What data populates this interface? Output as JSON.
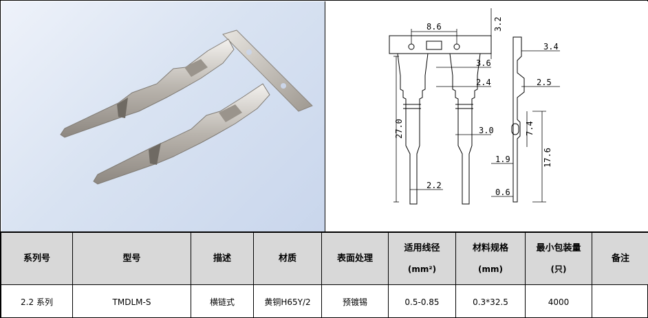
{
  "drawing": {
    "dimensions": [
      "8.6",
      "3.2",
      "3.6",
      "2.4",
      "3.0",
      "27.0",
      "2.2",
      "3.4",
      "2.5",
      "7.4",
      "17.6",
      "1.9",
      "0.6"
    ]
  },
  "table": {
    "headers": {
      "series": "系列号",
      "model": "型号",
      "description": "描述",
      "material": "材质",
      "surface": "表面处理",
      "wire_range": "适用线径",
      "wire_range_unit": "(mm²)",
      "material_spec": "材料规格",
      "material_spec_unit": "(mm)",
      "min_pack": "最小包装量",
      "min_pack_unit": "(只)",
      "remarks": "备注"
    },
    "row": {
      "series": "2.2 系列",
      "model": "TMDLM-S",
      "description": "横链式",
      "material": "黄铜H65Y/2",
      "surface": "预镀锡",
      "wire_range": "0.5-0.85",
      "material_spec": "0.3*32.5",
      "min_pack": "4000",
      "remarks": ""
    }
  },
  "colors": {
    "header_bg": "#d8d8d8",
    "photo_bg": "#d9e3f2",
    "metal": "#b8b4ae"
  }
}
